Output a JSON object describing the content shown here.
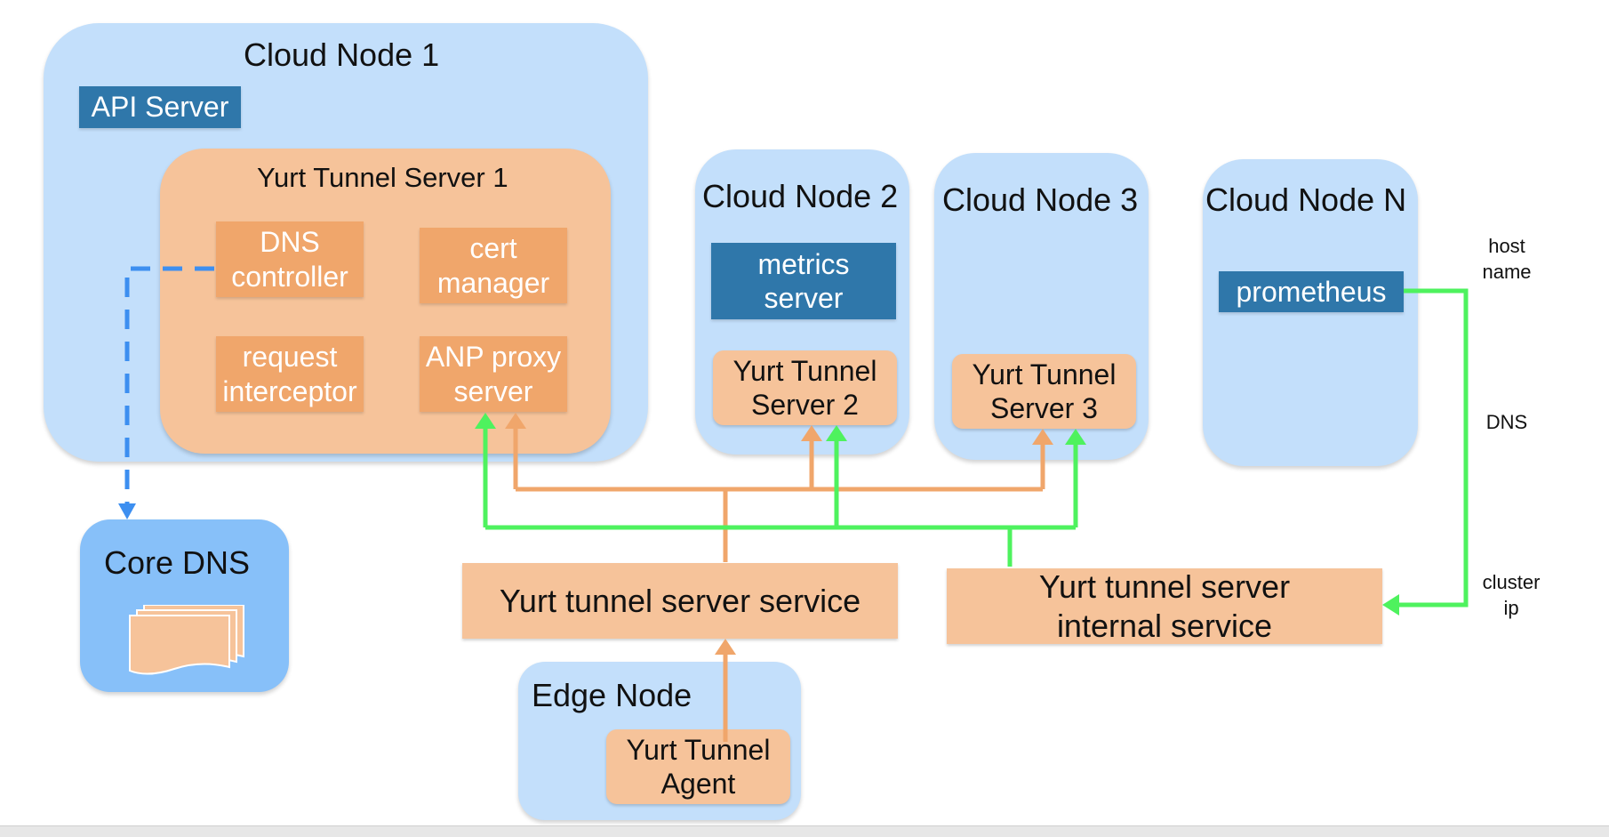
{
  "cloud_node_1": {
    "title": "Cloud Node 1",
    "api_server": "API Server",
    "yurt_tunnel_server": {
      "title": "Yurt Tunnel Server 1",
      "dns_controller": "DNS\ncontroller",
      "cert_manager": "cert\nmanager",
      "request_interceptor": "request\ninterceptor",
      "anp_proxy_server": "ANP proxy\nserver"
    }
  },
  "cloud_node_2": {
    "title": "Cloud Node 2",
    "metrics_server": "metrics\nserver",
    "tunnel_server": "Yurt Tunnel\nServer 2"
  },
  "cloud_node_3": {
    "title": "Cloud Node 3",
    "tunnel_server": "Yurt Tunnel\nServer 3"
  },
  "cloud_node_n": {
    "title": "Cloud Node N",
    "prometheus": "prometheus"
  },
  "core_dns": {
    "title": "Core DNS"
  },
  "services": {
    "tunnel_server_service": "Yurt tunnel server service",
    "tunnel_server_internal_service": "Yurt tunnel server\ninternal service"
  },
  "edge_node": {
    "title": "Edge Node",
    "agent": "Yurt Tunnel\nAgent"
  },
  "labels": {
    "host_name": "host\nname",
    "dns": "DNS",
    "cluster_ip": "cluster\nip"
  },
  "colors": {
    "node_bg": "#c3dffb",
    "core_dns_bg": "#87c0f9",
    "tunnel_server_bg": "#f6c39a",
    "component_bg": "#f0a66b",
    "k8s_component_bg": "#2f77aa",
    "orange_line": "#f0a66b",
    "green_line": "#4ef25e",
    "dns_dashed_line": "#3d8ff0"
  }
}
